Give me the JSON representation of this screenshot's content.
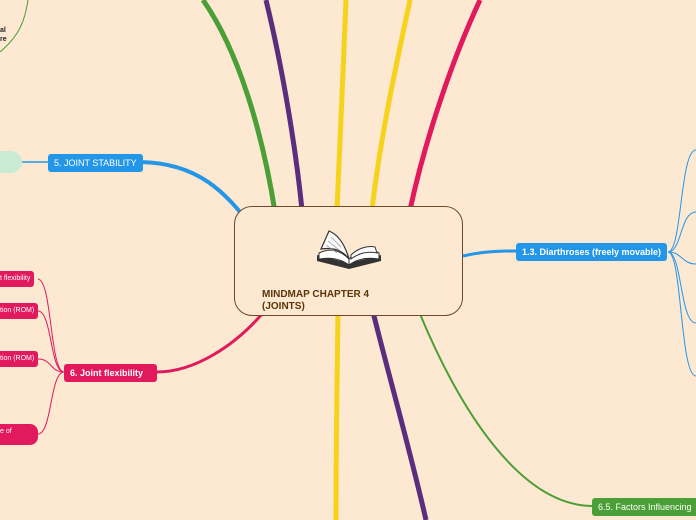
{
  "central_topic": {
    "title": "MINDMAP CHAPTER 4 (JOINTS)",
    "icon": "open-book-icon"
  },
  "branches": {
    "joint_stability": "5. JOINT STABILITY",
    "diarthroses": "1.3.  Diarthroses (freely movable)",
    "joint_flexibility": "6.     Joint flexibility",
    "factors_influencing": "6.5.   Factors Influencing"
  },
  "left_subtopics": {
    "flexibility_item": "t flexibility",
    "rom_item_1": "tion (ROM)",
    "rom_item_2": "tion (ROM)",
    "partial_item": "e of"
  },
  "top_left_fragments": [
    "al",
    "re"
  ],
  "colors": {
    "background": "#fde8d2",
    "blue": "#2496e8",
    "pink": "#e2195d",
    "green": "#4a9f36",
    "purple": "#5b2d7e",
    "yellow": "#f7d21a",
    "center_border": "#6b4a2c"
  }
}
